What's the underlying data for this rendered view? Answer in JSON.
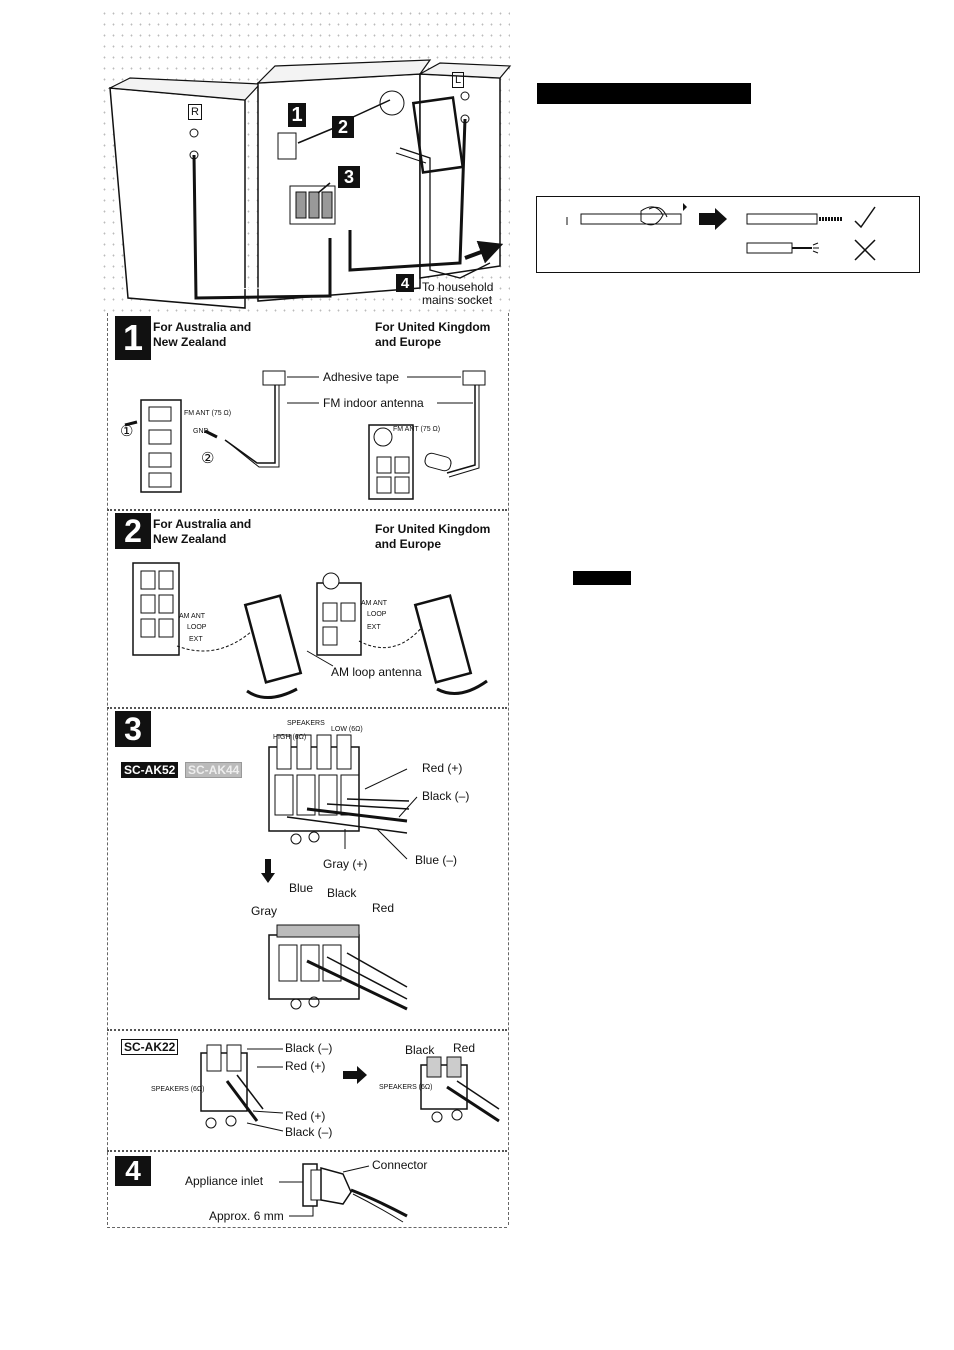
{
  "top_illustration": {
    "speaker_r": "R",
    "speaker_l": "L",
    "callouts": [
      "1",
      "2",
      "3",
      "4"
    ],
    "mains_label_line1": "To household",
    "mains_label_line2": "mains socket"
  },
  "step1": {
    "number": "1",
    "left_heading_line1": "For Australia and",
    "left_heading_line2": "New Zealand",
    "right_heading_line1": "For United Kingdom",
    "right_heading_line2": "and Europe",
    "adhesive_tape": "Adhesive tape",
    "fm_indoor_antenna": "FM indoor antenna",
    "terminal_label": "FM ANT (75 Ω)",
    "terminal_gnd": "GND",
    "step_marker_1": "①",
    "step_marker_2": "②"
  },
  "step2": {
    "number": "2",
    "left_heading_line1": "For Australia and",
    "left_heading_line2": "New Zealand",
    "right_heading_line1": "For United Kingdom",
    "right_heading_line2": "and Europe",
    "am_ant": "AM ANT",
    "loop": "LOOP",
    "ext": "EXT",
    "am_loop_antenna": "AM loop antenna"
  },
  "step3": {
    "number": "3",
    "model_a": "SC-AK52",
    "model_b": "SC-AK44",
    "speakers": "SPEAKERS",
    "high": "HIGH (6Ω)",
    "low": "LOW (6Ω)",
    "red_plus": "Red (+)",
    "black_minus": "Black (–)",
    "gray_plus": "Gray (+)",
    "blue_minus": "Blue (–)",
    "blue": "Blue",
    "black": "Black",
    "gray": "Gray",
    "red": "Red",
    "model_c": "SC-AK22",
    "speakers_6": "SPEAKERS (6Ω)",
    "ak22_black_minus": "Black (–)",
    "ak22_red_plus": "Red (+)",
    "ak22_red_plus_2": "Red (+)",
    "ak22_black_minus_2": "Black (–)",
    "ak22_black": "Black",
    "ak22_red": "Red"
  },
  "step4": {
    "number": "4",
    "connector": "Connector",
    "appliance_inlet": "Appliance inlet",
    "approx": "Approx. 6 mm"
  }
}
